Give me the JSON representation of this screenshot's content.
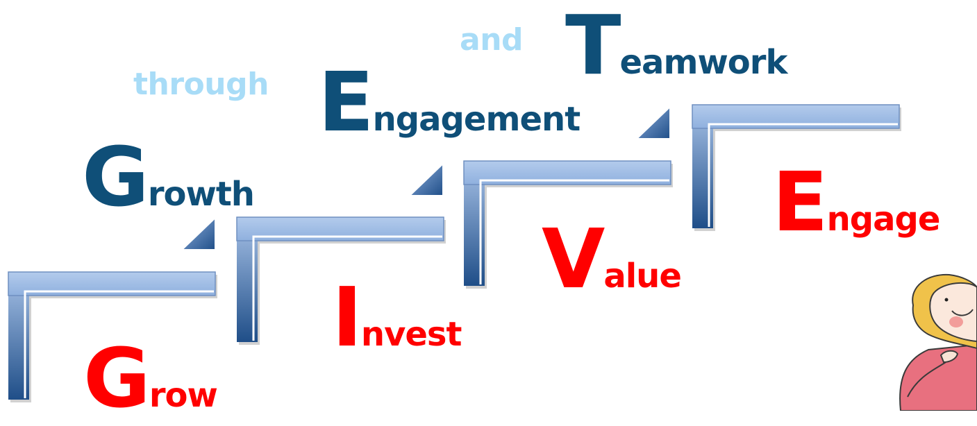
{
  "colors": {
    "red": "#ff0000",
    "dark_blue": "#0f4f78",
    "light_blue": "#a8dcf7",
    "step_top": "#a9c3e8",
    "step_bottom": "#1f4e88"
  },
  "steps": [
    {
      "cap": "G",
      "rest": "row"
    },
    {
      "cap": "I",
      "rest": "nvest"
    },
    {
      "cap": "V",
      "rest": "alue"
    },
    {
      "cap": "E",
      "rest": "ngage"
    }
  ],
  "phrase": {
    "growth": {
      "cap": "G",
      "rest": "rowth"
    },
    "through": "through",
    "engagement": {
      "cap": "E",
      "rest": "ngagement"
    },
    "and": "and",
    "teamwork": {
      "cap": "T",
      "rest": "eamwork"
    }
  },
  "character": {
    "icon": "cartoon-person-icon"
  }
}
